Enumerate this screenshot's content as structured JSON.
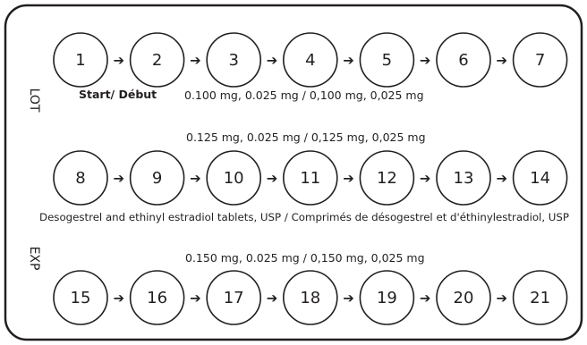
{
  "card": {
    "side_labels": {
      "lot": "LOT",
      "exp": "EXP"
    },
    "rows": [
      {
        "pills": [
          "1",
          "2",
          "3",
          "4",
          "5",
          "6",
          "7"
        ],
        "caption_left": "Start/ Début",
        "caption_right": "0.100 mg, 0.025 mg / 0,100 mg, 0,025 mg"
      },
      {
        "caption_top": "0.125 mg, 0.025 mg / 0,125 mg, 0,025 mg",
        "pills": [
          "8",
          "9",
          "10",
          "11",
          "12",
          "13",
          "14"
        ],
        "caption_bottom": "Desogestrel and ethinyl estradiol tablets, USP / Comprimés de désogestrel et d'éthinylestradiol, USP"
      },
      {
        "caption_top": "0.150 mg, 0.025 mg / 0,150 mg, 0,025 mg",
        "pills": [
          "15",
          "16",
          "17",
          "18",
          "19",
          "20",
          "21"
        ]
      }
    ],
    "arrow_glyph": "➔"
  },
  "colors": {
    "stroke": "#231f20",
    "background": "#ffffff"
  }
}
